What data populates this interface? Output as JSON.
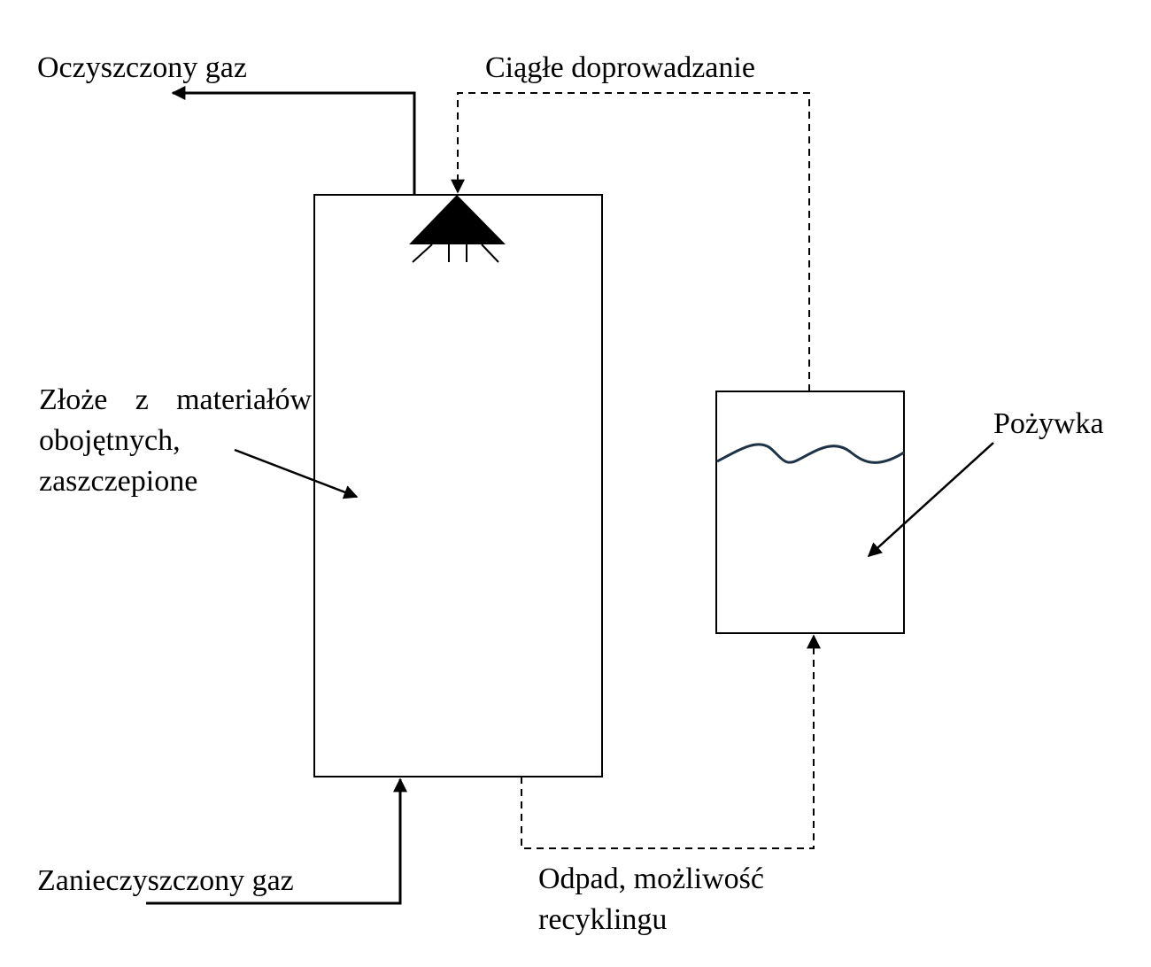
{
  "labels": {
    "clean_gas": "Oczyszczony gaz",
    "continuous_supply": "Ciągłe doprowadzanie",
    "bed_line1_words": [
      "Złoże",
      "z",
      "materiałów"
    ],
    "bed_line2": "obojętnych,",
    "bed_line3": "zaszczepione",
    "nutrient": "Pożywka",
    "polluted_gas": "Zanieczyszczony gaz",
    "waste_line1": "Odpad, możliwość",
    "waste_line2": "recyklingu"
  },
  "colors": {
    "line": "#000000",
    "liquid_surface": "#1f3346",
    "background": "#ffffff"
  }
}
